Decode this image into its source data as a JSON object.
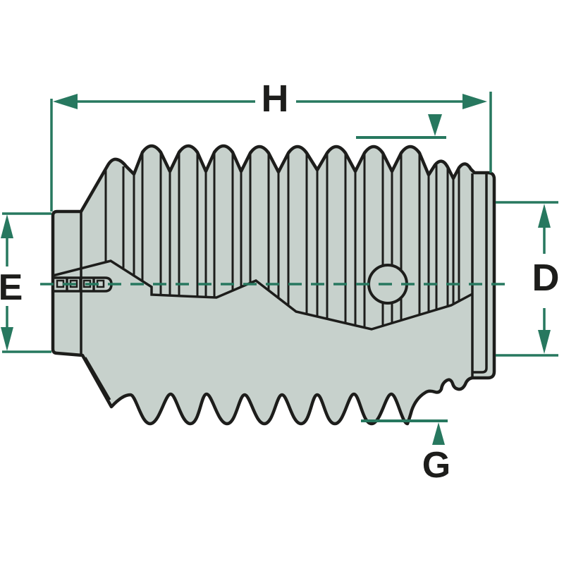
{
  "figure": {
    "title": "bellows-boot-technical-drawing",
    "background": "#ffffff",
    "colors": {
      "bg": "#ffffff",
      "outline": "#1d1d1b",
      "fill": "#c7d1cc",
      "accent": "#27785f"
    },
    "labels": {
      "length": "H",
      "small_end_diameter": "E",
      "large_end_diameter": "D",
      "bellows_diameter": "G"
    }
  }
}
